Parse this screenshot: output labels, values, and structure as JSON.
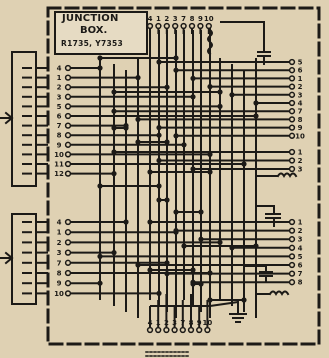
{
  "junction_box": {
    "line1": "JUNCTION",
    "line2": "BOX.",
    "line3": "R1735, Y7353"
  },
  "top_terminals": [
    "4",
    "1",
    "2",
    "3",
    "7",
    "8",
    "9",
    "10"
  ],
  "left_terminals_upper": [
    "4",
    "1",
    "2",
    "3",
    "5",
    "6",
    "7",
    "8",
    "9",
    "10",
    "11",
    "12"
  ],
  "left_terminals_lower": [
    "4",
    "1",
    "2",
    "3",
    "7",
    "8",
    "9",
    "10"
  ],
  "right_terminals_group1": [
    "5",
    "6",
    "1",
    "2",
    "3",
    "4",
    "7",
    "8",
    "9",
    "10"
  ],
  "right_terminals_group2": [
    "1",
    "2",
    "3"
  ],
  "right_terminals_group3": [
    "1",
    "2",
    "3",
    "4",
    "5",
    "6",
    "7",
    "8"
  ],
  "bottom_terminals": [
    "4",
    "1",
    "2",
    "3",
    "7",
    "8",
    "9",
    "10"
  ],
  "colors": {
    "paper": "#dfd1b3",
    "ink": "#1c1a17"
  }
}
